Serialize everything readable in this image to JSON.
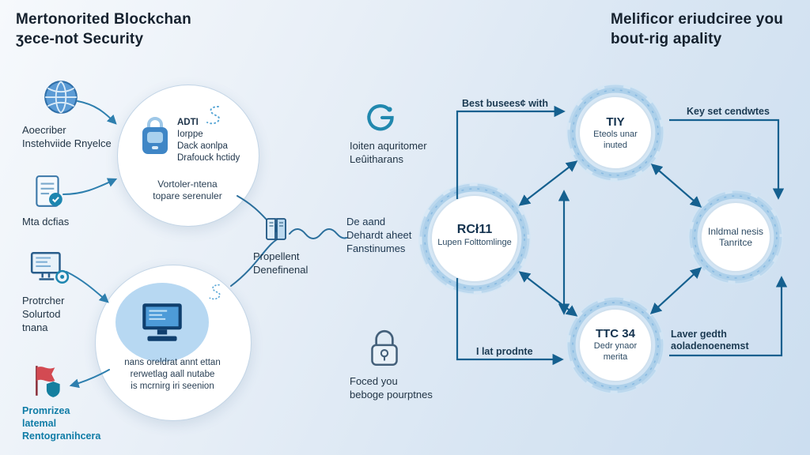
{
  "titles": {
    "left_line1": "Mertonorited Blockchan",
    "left_line2": "ʒece-not Security",
    "right_line1": "Melificor eriudciree you",
    "right_line2": "bout-rig apality"
  },
  "left": {
    "items": [
      {
        "icon": "globe-icon",
        "lines": [
          "Aoecriber",
          "Instehviide Rnyelce"
        ]
      },
      {
        "icon": "document-check-icon",
        "lines": [
          "Mta dcfias"
        ]
      },
      {
        "icon": "monitor-gear-icon",
        "lines": [
          "Protrcher",
          "Solurtod",
          "tnana"
        ]
      },
      {
        "icon": "shield-flag-icon",
        "lines": [
          "Promrizea",
          "latemal",
          "Rentogranihcera"
        ]
      }
    ]
  },
  "circle_top": {
    "heading_lines": [
      "ADTI",
      "Iorppe",
      "Dack aonlpa",
      "Drafouck hctidy"
    ],
    "caption_lines": [
      "Vortoler-ntena",
      "topare serenuler"
    ]
  },
  "circle_bottom": {
    "caption_lines": [
      "nans oreldrat annt ettan",
      "rerwetlag aall nutabe",
      "is mcrnirg iri seenion"
    ]
  },
  "middle": {
    "book_label_lines": [
      "Propellent",
      "Denefinenal"
    ],
    "note_lines": [
      "De aand",
      "Dehardt aheet",
      "Fanstinumes"
    ],
    "partner_lines": [
      "Ioiten aquritomer",
      "Leûitharans"
    ],
    "lock_lines": [
      "Foced you",
      "beboge pourptnes"
    ]
  },
  "network": {
    "nodes": {
      "tiy": {
        "title": "TIY",
        "line1": "Eteols unar",
        "line2": "inuted"
      },
      "rc11": {
        "title": "RCł11",
        "line1": "Lupen Folttomlinge"
      },
      "inldmal": {
        "line1": "Inldmal nesis",
        "line2": "Tanritce"
      },
      "ttc34": {
        "title": "TTC 34",
        "line1": "Dedr ynaor",
        "line2": "merita"
      }
    },
    "labels": {
      "top_left": "Best busees¢ with",
      "top_right": "Key set cendwtes",
      "bottom_left": "I lat prodnte",
      "bottom_right_1": "Laver gedth",
      "bottom_right_2": "aoladenoenemst"
    }
  },
  "colors": {
    "arrow_blue": "#15608f",
    "teal_accent": "#0f7ca6",
    "node_ring": "#a9cde9",
    "node_fill": "#ffffff",
    "background_tint": "#d9e6f3"
  }
}
